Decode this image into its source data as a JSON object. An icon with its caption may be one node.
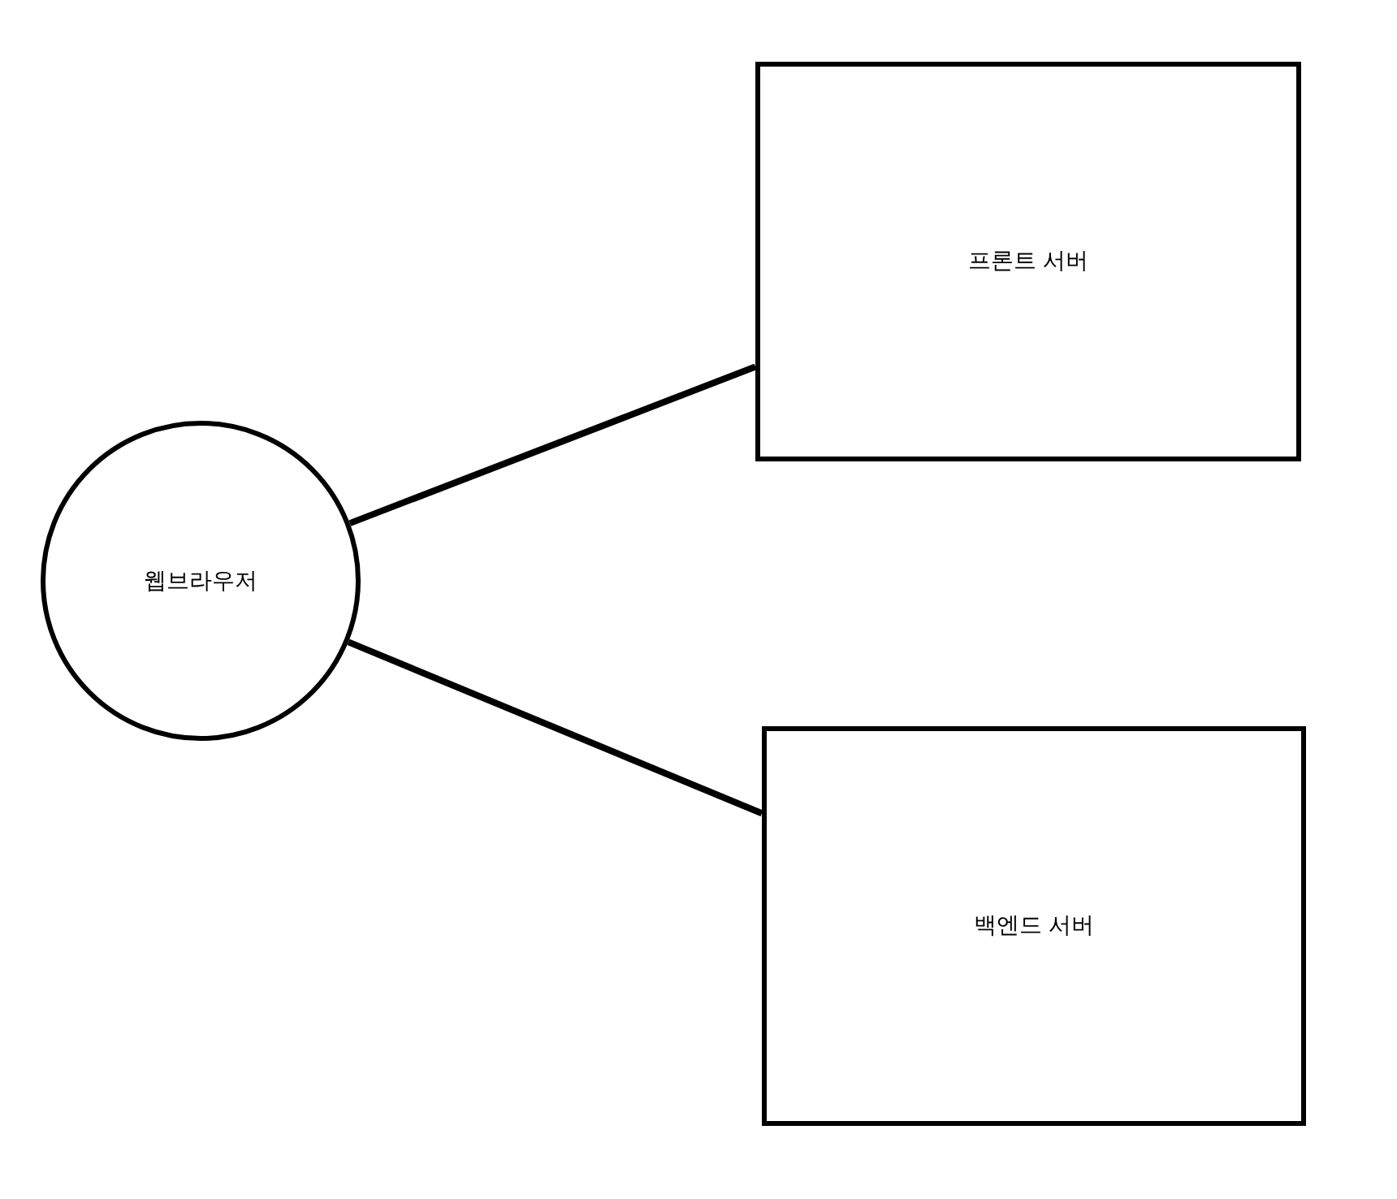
{
  "diagram": {
    "nodes": [
      {
        "text": [
          "웹브라우저"
        ]
      },
      {
        "text": [
          "프론트 서버"
        ]
      },
      {
        "text": [
          "백엔드 서버"
        ]
      }
    ],
    "edges": [
      {
        "from": 0,
        "to": 1,
        "arrow": "none"
      },
      {
        "from": 0,
        "to": 2,
        "arrow": "none"
      }
    ]
  }
}
